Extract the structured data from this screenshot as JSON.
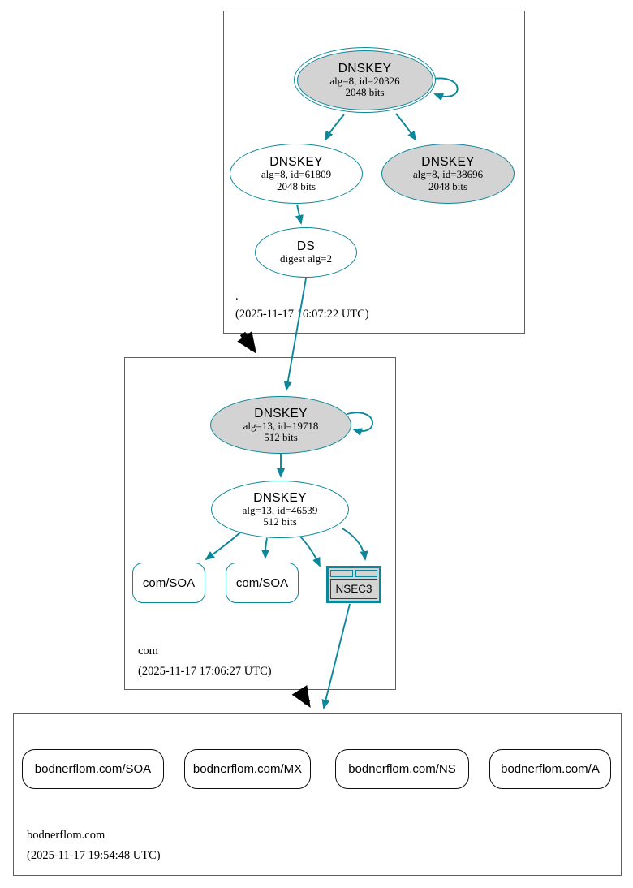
{
  "colors": {
    "secure_teal": "#0a879a",
    "node_fill_gray": "#d3d3d3",
    "zone_border_gray": "#5f5f5f",
    "warn_black": "#000000"
  },
  "zones": {
    "root": {
      "label": ".",
      "timestamp": "(2025-11-17 16:07:22 UTC)"
    },
    "com": {
      "label": "com",
      "timestamp": "(2025-11-17 17:06:27 UTC)"
    },
    "bodnerflom": {
      "label": "bodnerflom.com",
      "timestamp": "(2025-11-17 19:54:48 UTC)"
    }
  },
  "nodes": {
    "root_ksk": {
      "title": "DNSKEY",
      "detail1": "alg=8, id=20326",
      "detail2": "2048 bits"
    },
    "root_zsk": {
      "title": "DNSKEY",
      "detail1": "alg=8, id=61809",
      "detail2": "2048 bits"
    },
    "root_key_38696": {
      "title": "DNSKEY",
      "detail1": "alg=8, id=38696",
      "detail2": "2048 bits"
    },
    "root_ds": {
      "title": "DS",
      "detail1": "digest alg=2"
    },
    "com_ksk": {
      "title": "DNSKEY",
      "detail1": "alg=13, id=19718",
      "detail2": "512 bits"
    },
    "com_zsk": {
      "title": "DNSKEY",
      "detail1": "alg=13, id=46539",
      "detail2": "512 bits"
    },
    "com_soa_1": {
      "label": "com/SOA"
    },
    "com_soa_2": {
      "label": "com/SOA"
    },
    "com_nsec3": {
      "label": "NSEC3"
    },
    "bodnerflom_soa": {
      "label": "bodnerflom.com/SOA"
    },
    "bodnerflom_mx": {
      "label": "bodnerflom.com/MX"
    },
    "bodnerflom_ns": {
      "label": "bodnerflom.com/NS"
    },
    "bodnerflom_a": {
      "label": "bodnerflom.com/A"
    }
  }
}
